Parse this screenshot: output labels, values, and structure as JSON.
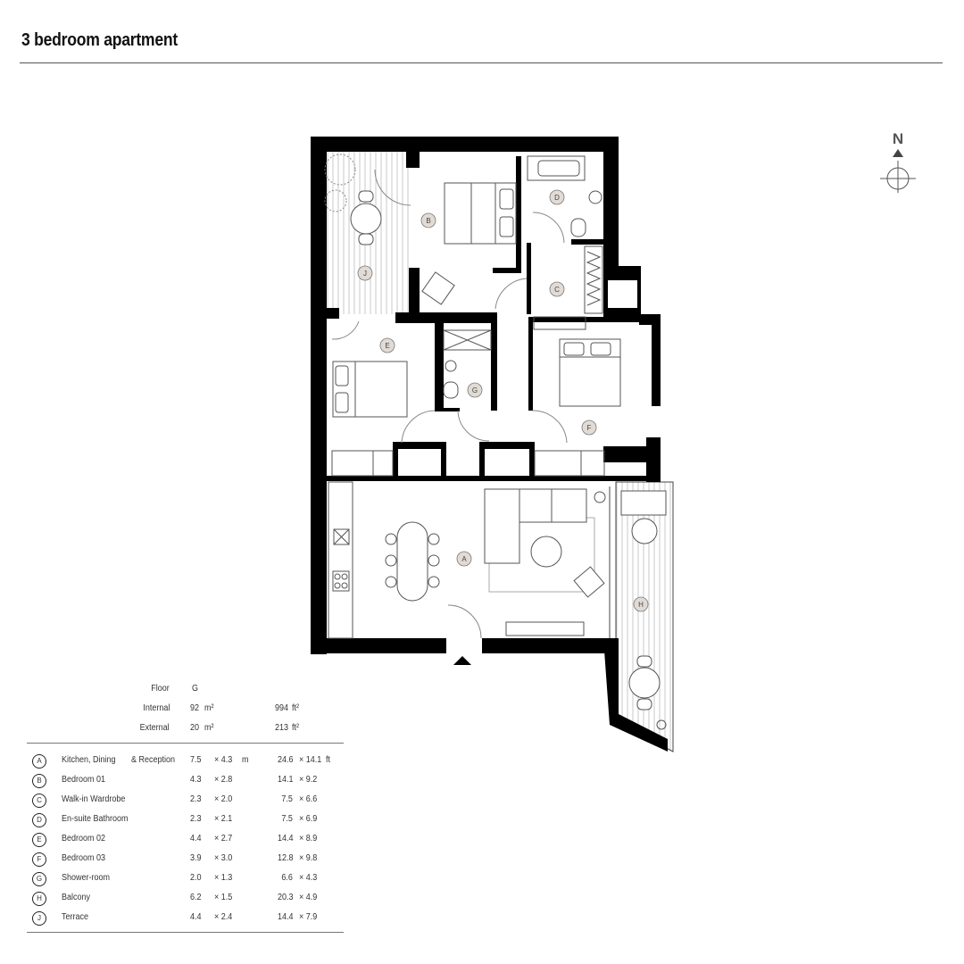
{
  "title": "3 bedroom apartment",
  "compass": {
    "label": "N"
  },
  "summary": {
    "floor": {
      "label": "Floor",
      "value": "G"
    },
    "internal": {
      "label": "Internal",
      "m2": "92",
      "m2_unit": "m²",
      "ft2": "994",
      "ft2_unit": "ft²"
    },
    "external": {
      "label": "External",
      "m2": "20",
      "m2_unit": "m²",
      "ft2": "213",
      "ft2_unit": "ft²"
    }
  },
  "rooms": [
    {
      "key": "A",
      "name": "Kitchen, Dining",
      "name2": "& Reception",
      "w_m": "7.5",
      "l_m": "× 4.3",
      "unit_m": "m",
      "w_ft": "24.6",
      "l_ft": "× 14.1",
      "unit_ft": "ft"
    },
    {
      "key": "B",
      "name": "Bedroom 01",
      "w_m": "4.3",
      "l_m": "× 2.8",
      "w_ft": "14.1",
      "l_ft": "×  9.2"
    },
    {
      "key": "C",
      "name": "Walk-in Wardrobe",
      "w_m": "2.3",
      "l_m": "× 2.0",
      "w_ft": "7.5",
      "l_ft": "×  6.6"
    },
    {
      "key": "D",
      "name": "En-suite Bathroom",
      "w_m": "2.3",
      "l_m": "× 2.1",
      "w_ft": "7.5",
      "l_ft": "×  6.9"
    },
    {
      "key": "E",
      "name": "Bedroom 02",
      "w_m": "4.4",
      "l_m": "× 2.7",
      "w_ft": "14.4",
      "l_ft": "×  8.9"
    },
    {
      "key": "F",
      "name": "Bedroom 03",
      "w_m": "3.9",
      "l_m": "× 3.0",
      "w_ft": "12.8",
      "l_ft": "×  9.8"
    },
    {
      "key": "G",
      "name": "Shower-room",
      "w_m": "2.0",
      "l_m": "×  1.3",
      "w_ft": "6.6",
      "l_ft": "×  4.3"
    },
    {
      "key": "H",
      "name": "Balcony",
      "w_m": "6.2",
      "l_m": "×  1.5",
      "w_ft": "20.3",
      "l_ft": "×  4.9"
    },
    {
      "key": "J",
      "name": "Terrace",
      "w_m": "4.4",
      "l_m": "× 2.4",
      "w_ft": "14.4",
      "l_ft": "×  7.9"
    }
  ],
  "colors": {
    "wall": "#000000",
    "label_fill": "#e2dbd5",
    "furniture": "#555555"
  }
}
